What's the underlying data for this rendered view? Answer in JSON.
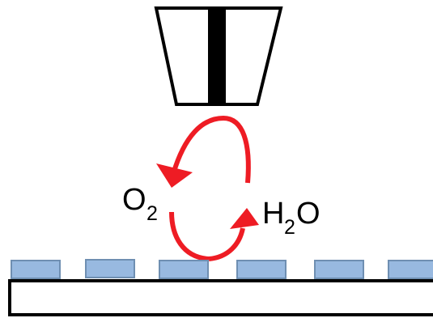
{
  "labels": {
    "oxygen_main": "O",
    "oxygen_sub": "2",
    "water_h": "H",
    "water_sub": "2",
    "water_o": "O"
  },
  "colors": {
    "arrow": "#ee1c24",
    "pad_fill": "#98b9e0",
    "pad_stroke": "#6f8fb2",
    "line": "#000000",
    "background": "#ffffff"
  }
}
